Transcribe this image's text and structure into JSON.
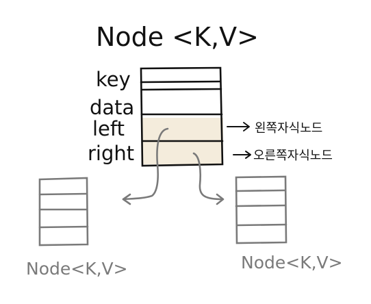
{
  "diagram": {
    "title": "Node <K,V>",
    "fields": {
      "key": "key",
      "data": "data",
      "left": "left",
      "right": "right"
    },
    "annotations": {
      "left": "왼쪽자식노드",
      "right": "오른쪽자식노드"
    },
    "children": {
      "left_label": "Node<K,V>",
      "right_label": "Node<K,V>"
    },
    "colors": {
      "ink": "#111111",
      "child_ink": "#7a7a7a",
      "highlight": "#f4ecdc"
    }
  }
}
